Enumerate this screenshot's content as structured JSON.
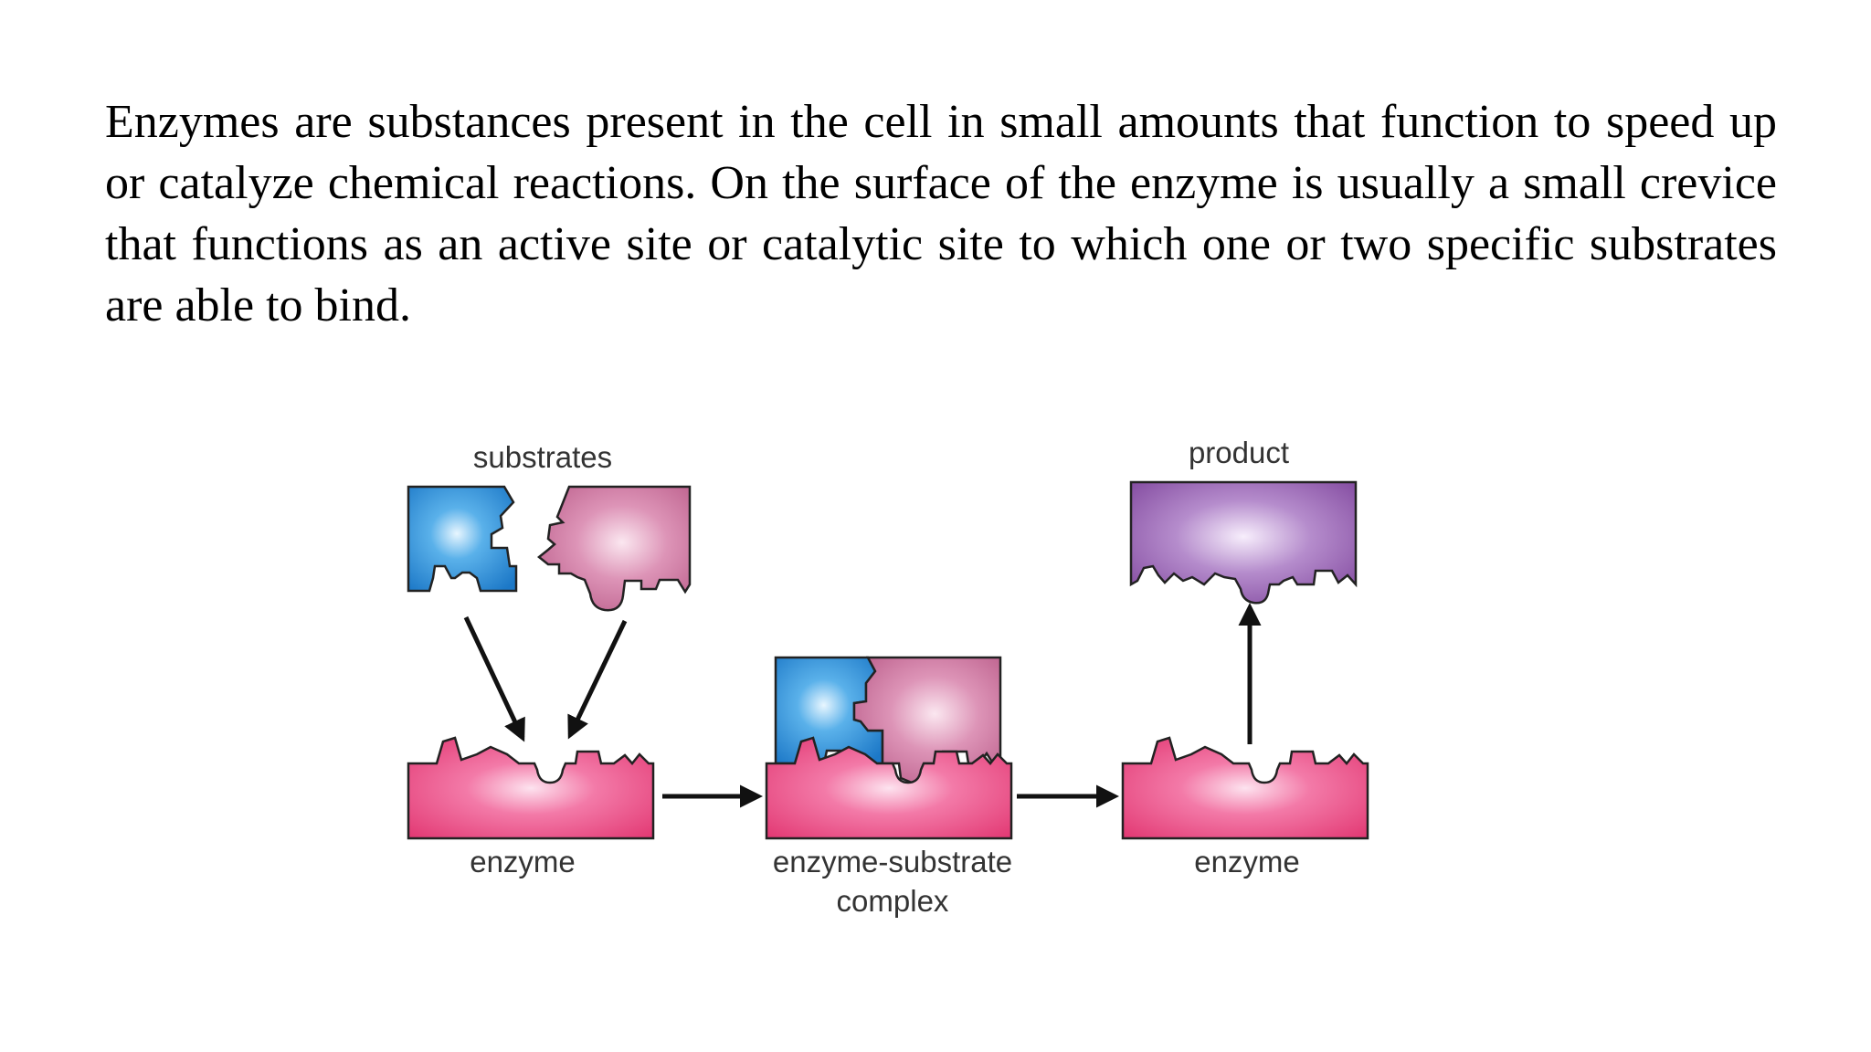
{
  "paragraph": "Enzymes are substances present in the cell in small amounts that function to speed up or catalyze chemical reactions. On the surface of the enzyme is usually a small crevice that functions as an active site or catalytic site to which one or two specific substrates are able to bind.",
  "diagram": {
    "labels": {
      "substrates": "substrates",
      "product": "product",
      "enzyme_left": "enzyme",
      "complex_line1": "enzyme-substrate",
      "complex_line2": "complex",
      "enzyme_right": "enzyme"
    },
    "colors": {
      "enzyme": "#e8457f",
      "substrate_a": "#2f8fd8",
      "substrate_b": "#c66a96",
      "product": "#8a56a8",
      "arrow": "#111111"
    }
  }
}
